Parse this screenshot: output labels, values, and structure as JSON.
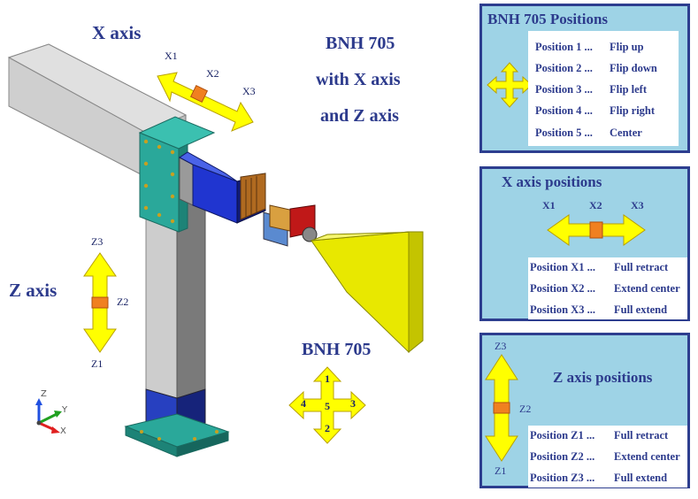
{
  "diagram": {
    "x_axis_title": "X axis",
    "z_axis_title": "Z axis",
    "heading_lines": [
      "BNH 705",
      "with X axis",
      "and Z axis"
    ],
    "x_labels": [
      "X1",
      "X2",
      "X3"
    ],
    "z_labels": [
      "Z3",
      "Z2",
      "Z1"
    ],
    "bnh_label": "BNH 705",
    "bnh_cross_numbers": [
      "1",
      "2",
      "3",
      "4",
      "5"
    ],
    "triad_labels": [
      "Z",
      "Y",
      "X"
    ]
  },
  "panel_positions": {
    "title": "BNH 705 Positions",
    "rows": [
      {
        "name": "Position 1 ...",
        "value": "Flip up"
      },
      {
        "name": "Position 2 ...",
        "value": "Flip down"
      },
      {
        "name": "Position 3 ...",
        "value": "Flip left"
      },
      {
        "name": "Position 4 ...",
        "value": "Flip right"
      },
      {
        "name": "Position 5 ...",
        "value": "Center"
      }
    ]
  },
  "panel_x": {
    "title": "X axis positions",
    "labels": [
      "X1",
      "X2",
      "X3"
    ],
    "rows": [
      {
        "name": "Position X1 ...",
        "value": "Full retract"
      },
      {
        "name": "Position X2 ...",
        "value": "Extend center"
      },
      {
        "name": "Position X3 ...",
        "value": "Full extend"
      }
    ]
  },
  "panel_z": {
    "title": "Z axis positions",
    "labels": [
      "Z3",
      "Z2",
      "Z1"
    ],
    "rows": [
      {
        "name": "Position Z1 ...",
        "value": "Full retract"
      },
      {
        "name": "Position Z2 ...",
        "value": "Extend center"
      },
      {
        "name": "Position Z3 ...",
        "value": "Full extend"
      }
    ]
  },
  "colors": {
    "arrow_yellow": "#ffff00",
    "arrow_outline": "#b8a000",
    "marker_orange": "#f08020",
    "panel_bg": "#9ed3e6",
    "panel_border": "#2d3e8f",
    "text_blue": "#2c3a8c",
    "steel_gray": "#c8c8c8",
    "teal_plate": "#2aa89a",
    "motor_blue": "#1e2fc8",
    "horn_yellow": "#e8e800"
  }
}
